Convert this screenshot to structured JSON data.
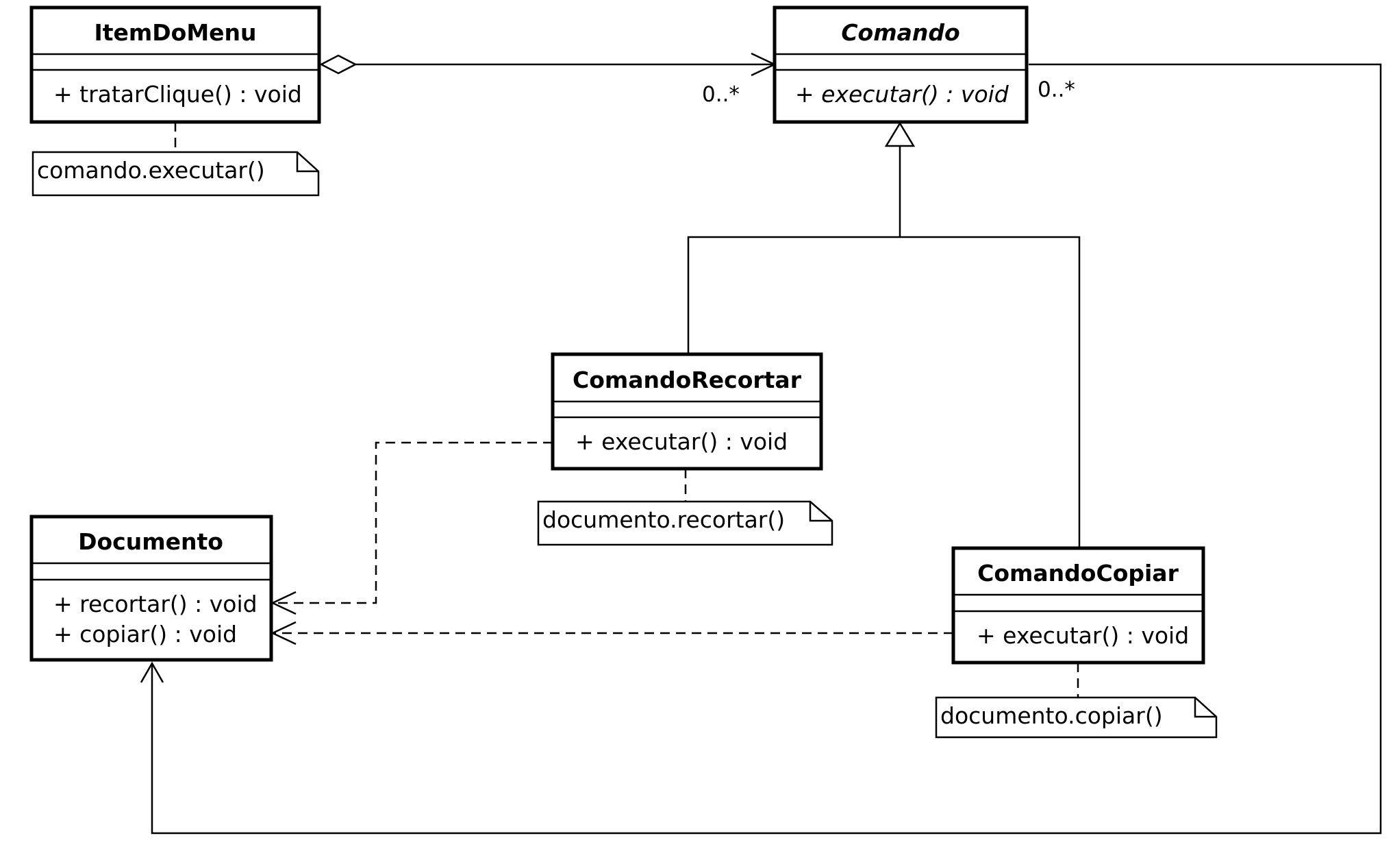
{
  "classes": {
    "item_do_menu": {
      "name": "ItemDoMenu",
      "operations": [
        "+ tratarClique() : void"
      ]
    },
    "comando": {
      "name": "Comando",
      "operations": [
        "+ executar() : void"
      ]
    },
    "comando_recortar": {
      "name": "ComandoRecortar",
      "operations": [
        "+ executar() : void"
      ]
    },
    "documento": {
      "name": "Documento",
      "operations": [
        "+ recortar() : void",
        "+ copiar() : void"
      ]
    },
    "comando_copiar": {
      "name": "ComandoCopiar",
      "operations": [
        "+ executar() : void"
      ]
    }
  },
  "notes": {
    "item_do_menu": "comando.executar()",
    "comando_recortar": "documento.recortar()",
    "comando_copiar": "documento.copiar()"
  },
  "multiplicities": {
    "aggregation_target": "0..*",
    "association_source": "0..*"
  }
}
